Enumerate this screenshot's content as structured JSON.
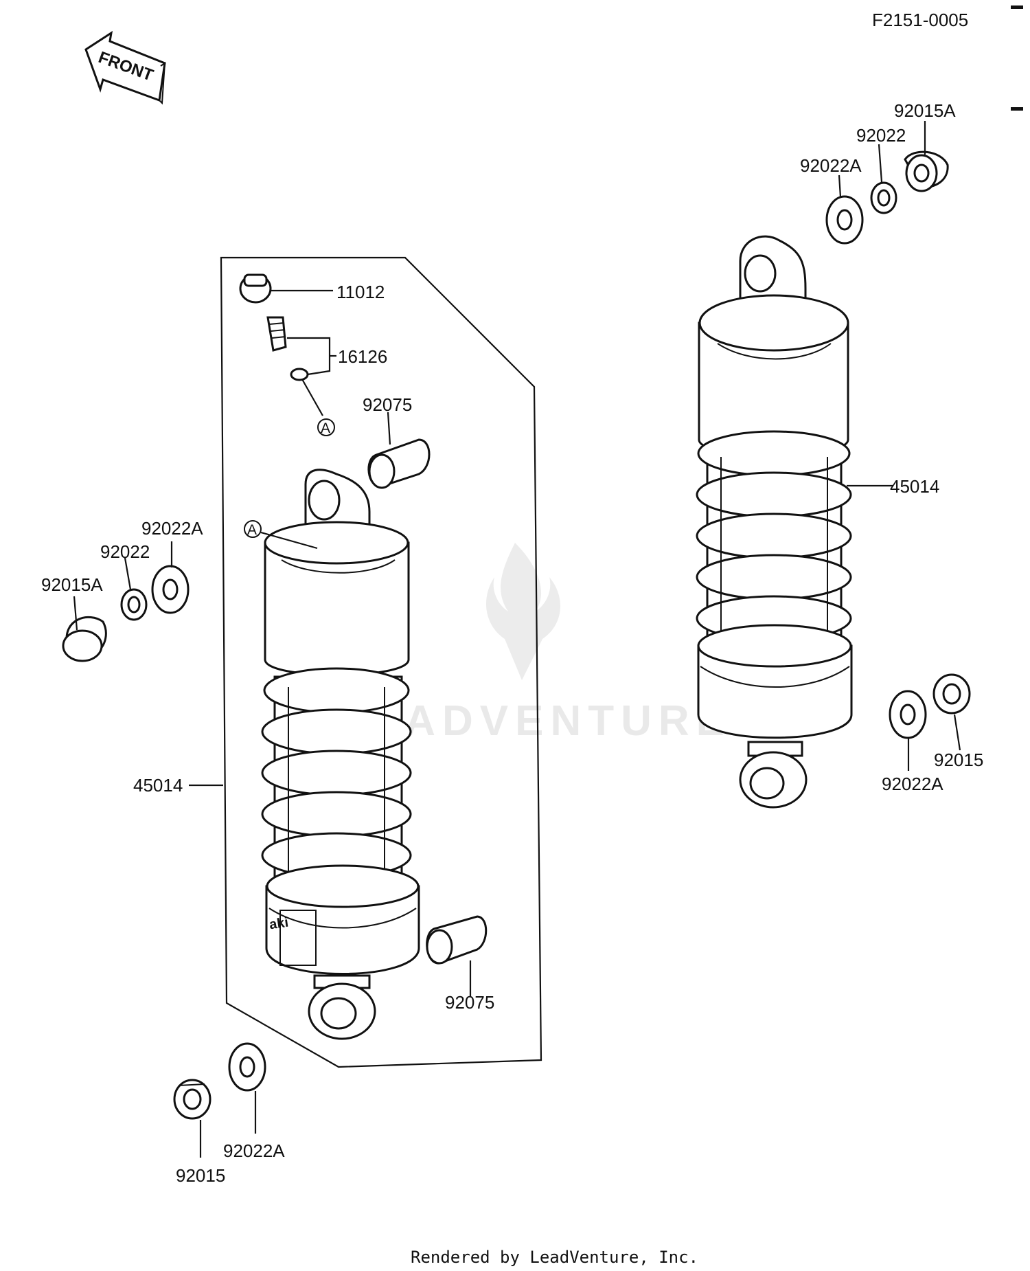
{
  "figure_code": "F2151-0005",
  "front_arrow_label": "FRONT",
  "rendered_by": "Rendered by LeadVenture, Inc.",
  "watermark": {
    "text": "LEADVENTURE",
    "icon": "leadventure-flame-logo"
  },
  "body_stamp": "aki",
  "reference_marks": [
    "A",
    "A"
  ],
  "labels": {
    "l_11012": "11012",
    "l_16126": "16126",
    "l_92075_top": "92075",
    "l_92075_bottom": "92075",
    "l_45014_left": "45014",
    "l_45014_right": "45014",
    "l_92022A_left_top": "92022A",
    "l_92022_left_top": "92022",
    "l_92015A_left_top": "92015A",
    "l_92022A_left_bottom": "92022A",
    "l_92015_left_bottom": "92015",
    "l_92015A_right_top": "92015A",
    "l_92022_right_top": "92022",
    "l_92022A_right_top": "92022A",
    "l_92022A_right_bottom": "92022A",
    "l_92015_right_bottom": "92015"
  }
}
